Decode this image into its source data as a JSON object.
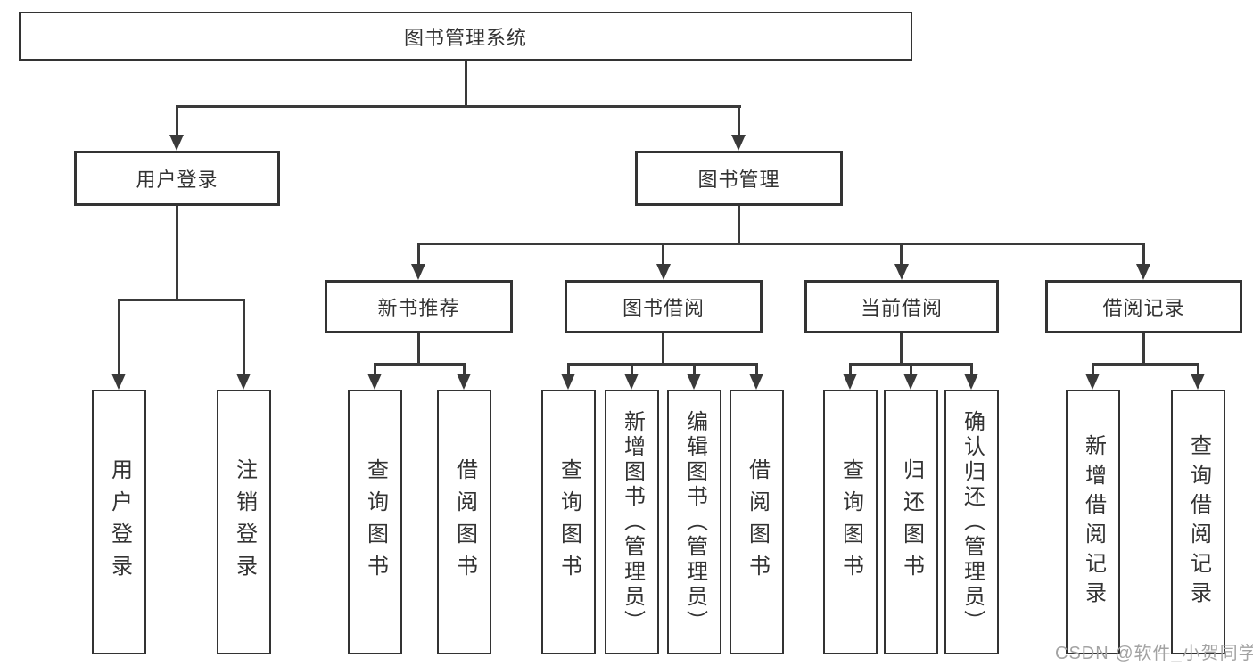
{
  "tree": {
    "root": {
      "label": "图书管理系统"
    },
    "login": {
      "label": "用户登录",
      "children": [
        {
          "label": "用户登录"
        },
        {
          "label": "注销登录"
        }
      ]
    },
    "mgmt": {
      "label": "图书管理",
      "groups": [
        {
          "label": "新书推荐",
          "children": [
            {
              "label": "查询图书"
            },
            {
              "label": "借阅图书"
            }
          ]
        },
        {
          "label": "图书借阅",
          "children": [
            {
              "label": "查询图书"
            },
            {
              "label": "新增图书（管理员）"
            },
            {
              "label": "编辑图书（管理员）"
            },
            {
              "label": "借阅图书"
            }
          ]
        },
        {
          "label": "当前借阅",
          "children": [
            {
              "label": "查询图书"
            },
            {
              "label": "归还图书"
            },
            {
              "label": "确认归还（管理员）"
            }
          ]
        },
        {
          "label": "借阅记录",
          "children": [
            {
              "label": "新增借阅记录"
            },
            {
              "label": "查询借阅记录"
            }
          ]
        }
      ]
    }
  },
  "watermark": {
    "text": "CSDN @软件_小贺同学"
  },
  "colors": {
    "line": "#3a3a3a",
    "box_border": "#333333",
    "text": "#333333",
    "watermark": "#a3a3a3",
    "background": "#ffffff"
  }
}
